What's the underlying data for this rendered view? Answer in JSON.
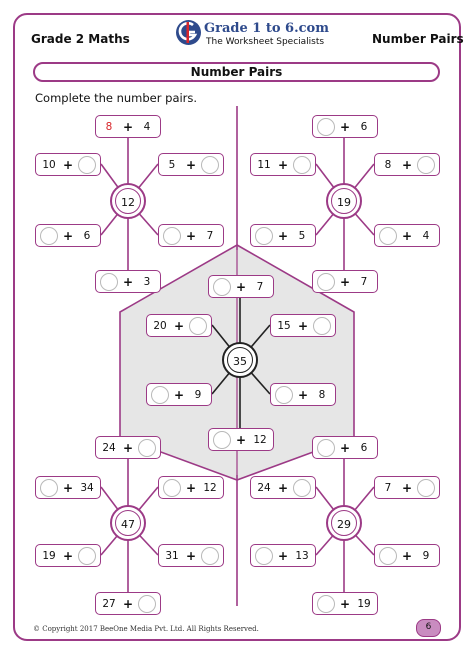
{
  "header": {
    "grade": "Grade 2 Maths",
    "topic": "Number Pairs",
    "logo_title": "Grade 1 to 6.com",
    "logo_subtitle": "The Worksheet Specialists",
    "logo_icon": "g6-logo-icon"
  },
  "title": "Number Pairs",
  "instruction": "Complete the number pairs.",
  "colors": {
    "accent": "#9c3a86",
    "hex_fill": "#e6e6e6",
    "pagenum_fill": "#c98cc0",
    "example_red": "#d8262b"
  },
  "puzzles": [
    {
      "name": "puzzle-12",
      "target": "12",
      "pairs": [
        {
          "left": "8",
          "right": "4",
          "example": true
        },
        {
          "left": "10",
          "right": ""
        },
        {
          "left": "5",
          "right": ""
        },
        {
          "left": "",
          "right": "6"
        },
        {
          "left": "",
          "right": "7"
        },
        {
          "left": "",
          "right": "3"
        }
      ]
    },
    {
      "name": "puzzle-19",
      "target": "19",
      "pairs": [
        {
          "left": "",
          "right": "6"
        },
        {
          "left": "11",
          "right": ""
        },
        {
          "left": "8",
          "right": ""
        },
        {
          "left": "",
          "right": "5"
        },
        {
          "left": "",
          "right": "4"
        },
        {
          "left": "",
          "right": "7"
        }
      ]
    },
    {
      "name": "puzzle-35",
      "target": "35",
      "pairs": [
        {
          "left": "",
          "right": "7"
        },
        {
          "left": "20",
          "right": ""
        },
        {
          "left": "15",
          "right": ""
        },
        {
          "left": "",
          "right": "9"
        },
        {
          "left": "",
          "right": "8"
        },
        {
          "left": "",
          "right": "12"
        }
      ]
    },
    {
      "name": "puzzle-47",
      "target": "47",
      "pairs": [
        {
          "left": "24",
          "right": ""
        },
        {
          "left": "",
          "right": "34"
        },
        {
          "left": "",
          "right": "12"
        },
        {
          "left": "19",
          "right": ""
        },
        {
          "left": "31",
          "right": ""
        },
        {
          "left": "27",
          "right": ""
        }
      ]
    },
    {
      "name": "puzzle-29",
      "target": "29",
      "pairs": [
        {
          "left": "",
          "right": "6"
        },
        {
          "left": "24",
          "right": ""
        },
        {
          "left": "7",
          "right": ""
        },
        {
          "left": "",
          "right": "13"
        },
        {
          "left": "",
          "right": "9"
        },
        {
          "left": "",
          "right": "19"
        }
      ]
    }
  ],
  "plus_sign": "+",
  "footer": {
    "copyright": "© Copyright 2017 BeeOne Media Pvt. Ltd. All Rights Reserved.",
    "page_number": "6"
  }
}
